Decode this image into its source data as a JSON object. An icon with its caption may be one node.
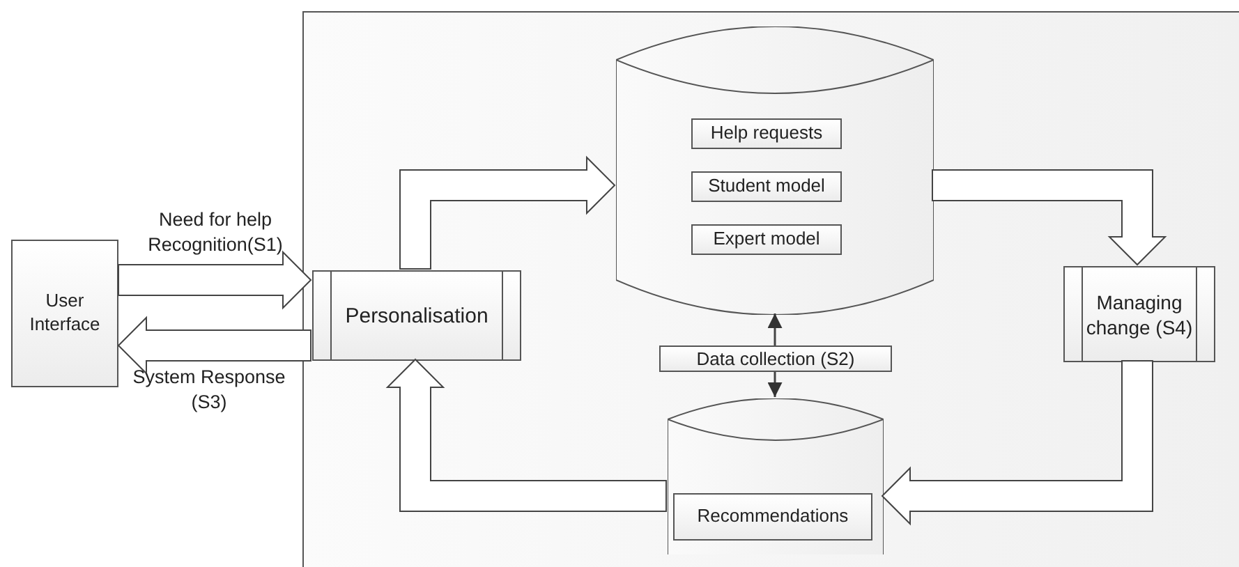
{
  "diagram": {
    "nodes": [
      {
        "text": [
          "User Interface"
        ]
      },
      {
        "text": [],
        "shape": "box"
      },
      {
        "text": [
          "Personalisation"
        ],
        "in": 1
      },
      {
        "text": [],
        "shape": "cylinder",
        "in": 1
      },
      {
        "text": [
          "Help requests"
        ],
        "in": 3
      },
      {
        "text": [
          "Student model"
        ],
        "in": 3
      },
      {
        "text": [
          "Expert model"
        ],
        "in": 3
      },
      {
        "text": [
          "Managing change (S4)"
        ],
        "in": 1
      },
      {
        "text": [],
        "shape": "cylinder",
        "in": 1
      },
      {
        "text": [
          "Recommendations"
        ],
        "in": 8
      }
    ],
    "edges": [
      {
        "from": 0,
        "to": 2,
        "arrow": "to",
        "label": "Need for help Recognition(S1)",
        "style": "thick"
      },
      {
        "from": 2,
        "to": 0,
        "arrow": "to",
        "label": "System Response (S3)",
        "style": "thick"
      },
      {
        "from": 2,
        "to": 3,
        "arrow": "to",
        "style": "thick"
      },
      {
        "from": 3,
        "to": 7,
        "arrow": "to",
        "style": "thick"
      },
      {
        "from": 7,
        "to": 8,
        "arrow": "to",
        "style": "thick"
      },
      {
        "from": 8,
        "to": 2,
        "arrow": "to",
        "style": "thick"
      },
      {
        "from": 3,
        "to": 8,
        "arrow": "both",
        "label": "Data collection (S2)"
      }
    ]
  }
}
